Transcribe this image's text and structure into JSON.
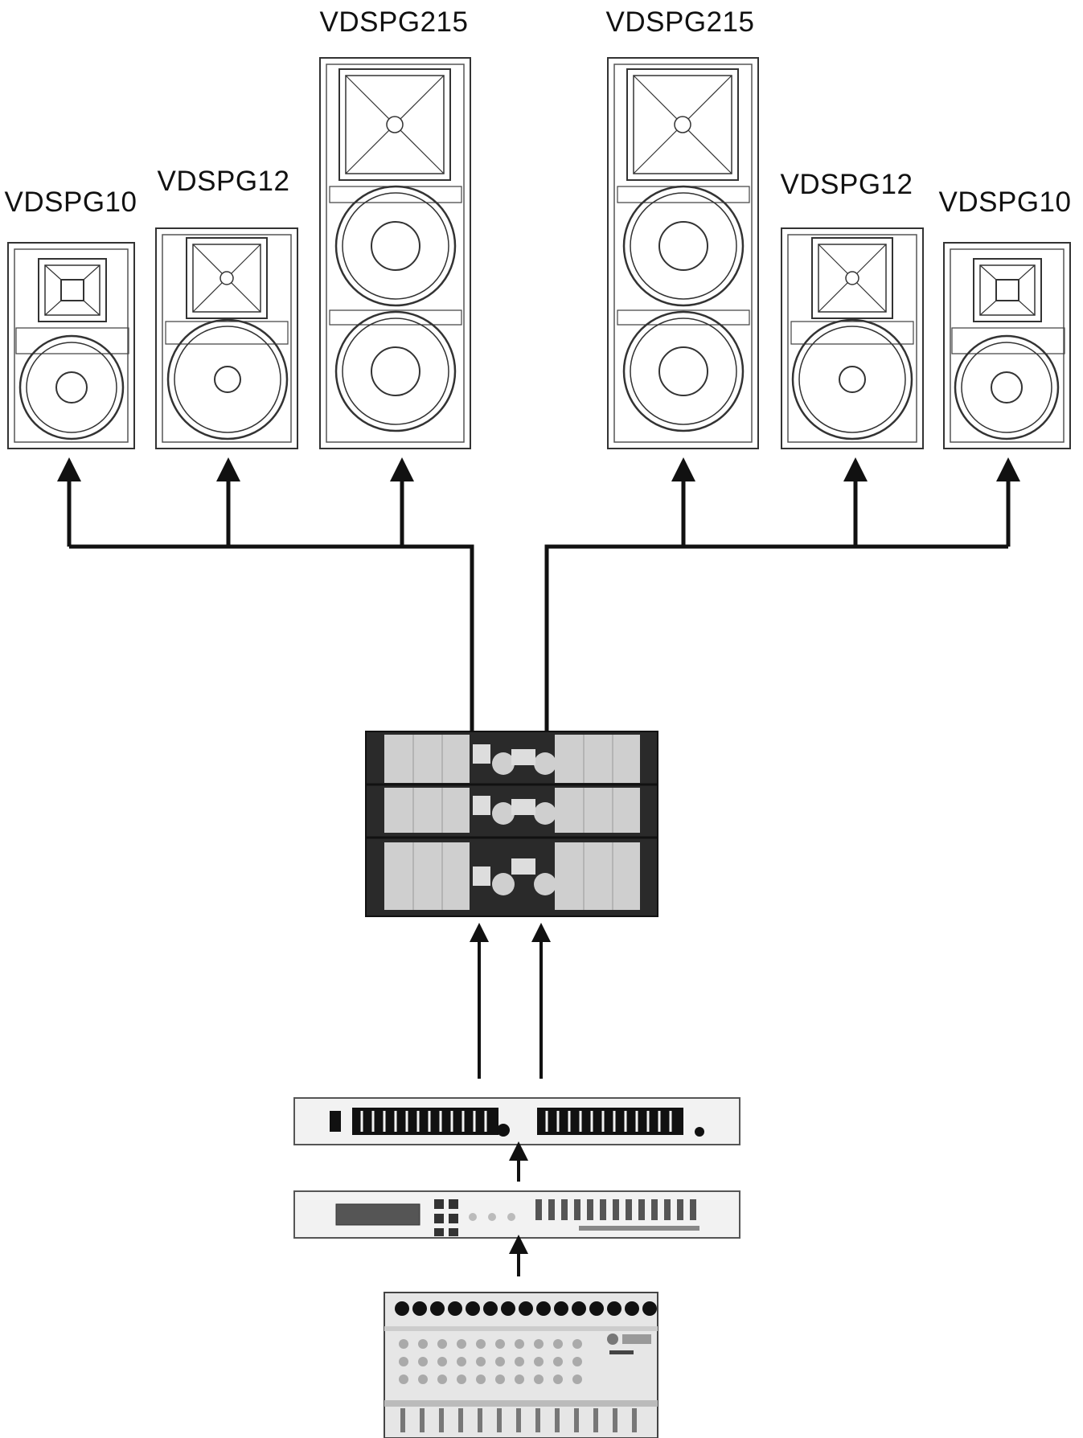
{
  "diagram": {
    "speakers_left": [
      {
        "label": "VDSPG10"
      },
      {
        "label": "VDSPG12"
      },
      {
        "label": "VDSPG215"
      }
    ],
    "speakers_right": [
      {
        "label": "VDSPG215"
      },
      {
        "label": "VDSPG12"
      },
      {
        "label": "VDSPG10"
      }
    ],
    "colors": {
      "line": "#111111",
      "cabinet": "#ffffff",
      "amp_body": "#2a2a2a",
      "amp_grille": "#cfcfcf"
    }
  }
}
